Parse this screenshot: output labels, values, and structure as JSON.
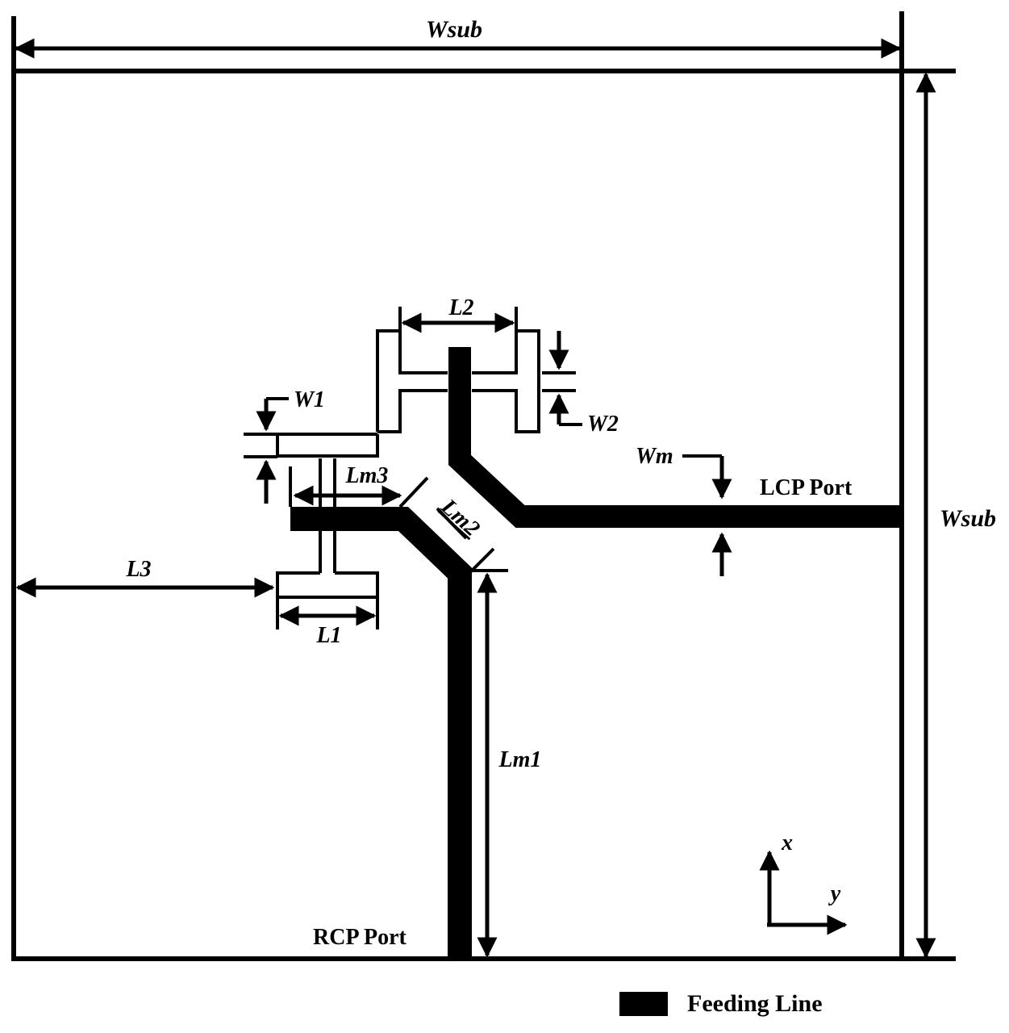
{
  "labels": {
    "wsub_top": "Wsub",
    "wsub_right": "Wsub",
    "l1": "L1",
    "l2": "L2",
    "l3": "L3",
    "w1": "W1",
    "w2": "W2",
    "wm": "Wm",
    "lm1": "Lm1",
    "lm2": "Lm2",
    "lm3": "Lm3",
    "lcp_port": "LCP Port",
    "rcp_port": "RCP Port",
    "axis_x": "x",
    "axis_y": "y"
  },
  "legend": {
    "label": "Feeding Line",
    "color": "#000000"
  },
  "colors": {
    "line": "#000000",
    "background": "#ffffff"
  }
}
